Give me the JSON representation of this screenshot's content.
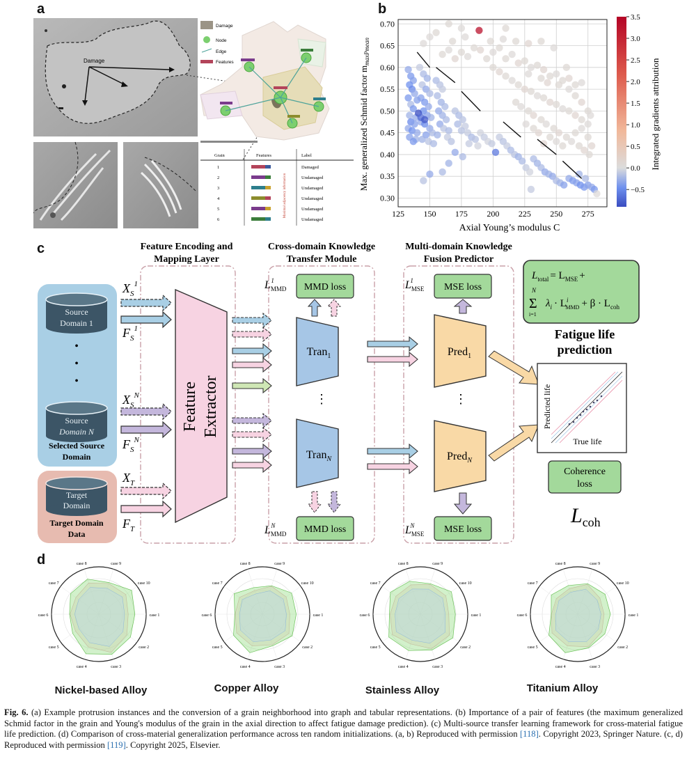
{
  "panel_labels": {
    "a": "a",
    "b": "b",
    "c": "c",
    "d": "d"
  },
  "panel_a": {
    "damage_label": "Damage",
    "legend": {
      "damage": "Damage",
      "node": "Node",
      "edge": "Edge",
      "features": "Features"
    },
    "table_headers": {
      "grain": "Grain",
      "features": "Features",
      "label": "Label"
    },
    "table_rows": [
      {
        "grain": "1",
        "label": "Damaged"
      },
      {
        "grain": "2",
        "label": "Undamaged"
      },
      {
        "grain": "3",
        "label": "Undamaged"
      },
      {
        "grain": "4",
        "label": "Undamaged"
      },
      {
        "grain": "5",
        "label": "Undamaged"
      },
      {
        "grain": "6",
        "label": "Undamaged"
      }
    ],
    "side_note": "Maximal adjacency information"
  },
  "chart_data": {
    "type": "scatter",
    "title": "",
    "xlabel": "Axial Young’s modulus C",
    "ylabel": "Max. generalized Schmid factor m",
    "ylabel_sub": "maxPmean",
    "xlim": [
      125,
      290
    ],
    "ylim": [
      0.28,
      0.71
    ],
    "xticks": [
      "125",
      "150",
      "175",
      "200",
      "225",
      "250",
      "275"
    ],
    "yticks": [
      "0.30",
      "0.35",
      "0.40",
      "0.45",
      "0.50",
      "0.55",
      "0.60",
      "0.65",
      "0.70"
    ],
    "colorbar_label": "Integrated gradients attribution",
    "colorbar_ticks": [
      "3.5",
      "3.0",
      "2.5",
      "2.0",
      "1.5",
      "1.0",
      "0.5",
      "0.0",
      "−0.5"
    ],
    "colorbar_range": [
      -0.9,
      3.5
    ],
    "grid": true,
    "trend_segments": [
      [
        140,
        0.635,
        150,
        0.6
      ],
      [
        155,
        0.6,
        170,
        0.565
      ],
      [
        175,
        0.545,
        190,
        0.5
      ],
      [
        208,
        0.475,
        222,
        0.44
      ],
      [
        235,
        0.435,
        250,
        0.4
      ],
      [
        255,
        0.385,
        270,
        0.345
      ]
    ],
    "points": [
      [
        133,
        0.595,
        -0.3
      ],
      [
        135,
        0.58,
        -0.4
      ],
      [
        137,
        0.57,
        -0.35
      ],
      [
        134,
        0.56,
        -0.45
      ],
      [
        136,
        0.55,
        -0.5
      ],
      [
        138,
        0.54,
        -0.3
      ],
      [
        133,
        0.53,
        -0.4
      ],
      [
        140,
        0.525,
        -0.35
      ],
      [
        135,
        0.515,
        -0.2
      ],
      [
        137,
        0.505,
        -0.4
      ],
      [
        134,
        0.49,
        -0.25
      ],
      [
        139,
        0.485,
        -0.3
      ],
      [
        135,
        0.475,
        -0.5
      ],
      [
        138,
        0.47,
        -0.35
      ],
      [
        133,
        0.46,
        -0.3
      ],
      [
        136,
        0.455,
        -0.45
      ],
      [
        140,
        0.45,
        -0.3
      ],
      [
        134,
        0.44,
        -0.35
      ],
      [
        139,
        0.435,
        -0.25
      ],
      [
        137,
        0.43,
        -0.4
      ],
      [
        142,
        0.6,
        -0.1
      ],
      [
        145,
        0.585,
        -0.2
      ],
      [
        148,
        0.575,
        -0.25
      ],
      [
        144,
        0.56,
        -0.15
      ],
      [
        147,
        0.55,
        -0.3
      ],
      [
        150,
        0.54,
        -0.2
      ],
      [
        143,
        0.53,
        -0.35
      ],
      [
        146,
        0.52,
        -0.4
      ],
      [
        149,
        0.51,
        -0.3
      ],
      [
        145,
        0.5,
        -0.45
      ],
      [
        148,
        0.49,
        -0.35
      ],
      [
        151,
        0.485,
        -0.25
      ],
      [
        143,
        0.475,
        -0.3
      ],
      [
        146,
        0.47,
        -0.5
      ],
      [
        150,
        0.46,
        -0.3
      ],
      [
        152,
        0.45,
        -0.2
      ],
      [
        147,
        0.445,
        -0.35
      ],
      [
        144,
        0.435,
        -0.25
      ],
      [
        149,
        0.43,
        -0.15
      ],
      [
        153,
        0.425,
        -0.2
      ],
      [
        141,
        0.495,
        -0.9
      ],
      [
        143,
        0.485,
        -0.7
      ],
      [
        146,
        0.48,
        -0.8
      ],
      [
        155,
        0.57,
        -0.2
      ],
      [
        158,
        0.56,
        -0.15
      ],
      [
        160,
        0.55,
        -0.1
      ],
      [
        156,
        0.535,
        -0.2
      ],
      [
        159,
        0.52,
        -0.25
      ],
      [
        162,
        0.51,
        -0.2
      ],
      [
        157,
        0.5,
        -0.3
      ],
      [
        160,
        0.49,
        -0.25
      ],
      [
        163,
        0.48,
        -0.2
      ],
      [
        158,
        0.47,
        -0.3
      ],
      [
        161,
        0.46,
        -0.15
      ],
      [
        165,
        0.455,
        -0.2
      ],
      [
        156,
        0.445,
        -0.25
      ],
      [
        164,
        0.44,
        -0.1
      ],
      [
        167,
        0.43,
        -0.15
      ],
      [
        170,
        0.5,
        -0.15
      ],
      [
        173,
        0.49,
        -0.2
      ],
      [
        176,
        0.48,
        -0.15
      ],
      [
        172,
        0.47,
        -0.2
      ],
      [
        178,
        0.465,
        -0.1
      ],
      [
        175,
        0.455,
        -0.15
      ],
      [
        180,
        0.45,
        -0.1
      ],
      [
        183,
        0.44,
        -0.2
      ],
      [
        186,
        0.435,
        -0.15
      ],
      [
        181,
        0.425,
        -0.1
      ],
      [
        188,
        0.42,
        -0.05
      ],
      [
        170,
        0.405,
        -0.3
      ],
      [
        176,
        0.395,
        -0.2
      ],
      [
        165,
        0.38,
        -0.25
      ],
      [
        160,
        0.36,
        -0.2
      ],
      [
        150,
        0.355,
        -0.3
      ],
      [
        145,
        0.34,
        -0.15
      ],
      [
        190,
        0.45,
        -0.05
      ],
      [
        193,
        0.44,
        -0.1
      ],
      [
        196,
        0.43,
        -0.05
      ],
      [
        199,
        0.425,
        -0.1
      ],
      [
        202,
        0.405,
        -0.6
      ],
      [
        205,
        0.44,
        -0.1
      ],
      [
        208,
        0.43,
        -0.15
      ],
      [
        211,
        0.42,
        -0.1
      ],
      [
        214,
        0.41,
        -0.2
      ],
      [
        217,
        0.4,
        -0.15
      ],
      [
        220,
        0.395,
        -0.25
      ],
      [
        223,
        0.385,
        -0.2
      ],
      [
        226,
        0.37,
        -0.1
      ],
      [
        229,
        0.36,
        -0.05
      ],
      [
        230,
        0.32,
        -0.1
      ],
      [
        232,
        0.39,
        -0.2
      ],
      [
        235,
        0.38,
        -0.25
      ],
      [
        238,
        0.37,
        -0.2
      ],
      [
        241,
        0.36,
        -0.3
      ],
      [
        244,
        0.355,
        -0.25
      ],
      [
        247,
        0.35,
        -0.3
      ],
      [
        250,
        0.34,
        -0.2
      ],
      [
        253,
        0.335,
        -0.25
      ],
      [
        256,
        0.33,
        -0.35
      ],
      [
        260,
        0.345,
        -0.3
      ],
      [
        263,
        0.34,
        -0.4
      ],
      [
        266,
        0.335,
        -0.35
      ],
      [
        269,
        0.33,
        -0.45
      ],
      [
        272,
        0.325,
        -0.4
      ],
      [
        275,
        0.33,
        -0.35
      ],
      [
        278,
        0.325,
        -0.3
      ],
      [
        273,
        0.345,
        -0.2
      ],
      [
        268,
        0.355,
        -0.25
      ],
      [
        280,
        0.32,
        -0.4
      ],
      [
        282,
        0.31,
        0.05
      ],
      [
        160,
        0.63,
        0.1
      ],
      [
        165,
        0.64,
        0.05
      ],
      [
        170,
        0.62,
        0.15
      ],
      [
        175,
        0.635,
        0.1
      ],
      [
        180,
        0.625,
        0.05
      ],
      [
        185,
        0.645,
        0.1
      ],
      [
        190,
        0.64,
        0.15
      ],
      [
        195,
        0.62,
        0.1
      ],
      [
        200,
        0.635,
        0.05
      ],
      [
        205,
        0.645,
        0.1
      ],
      [
        210,
        0.62,
        0.1
      ],
      [
        215,
        0.63,
        0.05
      ],
      [
        220,
        0.61,
        0.15
      ],
      [
        225,
        0.615,
        0.1
      ],
      [
        230,
        0.6,
        0.05
      ],
      [
        235,
        0.605,
        0.1
      ],
      [
        240,
        0.595,
        0.15
      ],
      [
        245,
        0.58,
        0.1
      ],
      [
        250,
        0.585,
        0.05
      ],
      [
        255,
        0.57,
        0.1
      ],
      [
        260,
        0.575,
        0.15
      ],
      [
        265,
        0.56,
        0.1
      ],
      [
        270,
        0.565,
        0.05
      ],
      [
        168,
        0.66,
        0.1
      ],
      [
        178,
        0.67,
        0.05
      ],
      [
        198,
        0.66,
        0.1
      ],
      [
        208,
        0.665,
        0.05
      ],
      [
        218,
        0.66,
        0.1
      ],
      [
        228,
        0.655,
        0.15
      ],
      [
        238,
        0.66,
        0.1
      ],
      [
        248,
        0.645,
        0.05
      ],
      [
        165,
        0.7,
        0.1
      ],
      [
        175,
        0.69,
        0.05
      ],
      [
        210,
        0.69,
        0.1
      ],
      [
        189,
        0.685,
        3.3
      ],
      [
        150,
        0.67,
        0.05
      ],
      [
        155,
        0.68,
        0.1
      ],
      [
        145,
        0.655,
        0.05
      ],
      [
        200,
        0.6,
        0.1
      ],
      [
        205,
        0.59,
        0.15
      ],
      [
        210,
        0.58,
        0.1
      ],
      [
        215,
        0.57,
        0.05
      ],
      [
        220,
        0.56,
        0.1
      ],
      [
        225,
        0.55,
        0.15
      ],
      [
        230,
        0.545,
        0.1
      ],
      [
        235,
        0.535,
        0.05
      ],
      [
        240,
        0.53,
        0.1
      ],
      [
        245,
        0.52,
        0.15
      ],
      [
        250,
        0.515,
        0.1
      ],
      [
        255,
        0.505,
        0.05
      ],
      [
        260,
        0.5,
        0.1
      ],
      [
        265,
        0.49,
        0.15
      ],
      [
        270,
        0.48,
        0.1
      ],
      [
        275,
        0.47,
        0.05
      ],
      [
        218,
        0.52,
        0.1
      ],
      [
        222,
        0.51,
        0.05
      ],
      [
        228,
        0.5,
        0.1
      ],
      [
        232,
        0.49,
        0.15
      ],
      [
        238,
        0.48,
        0.1
      ],
      [
        242,
        0.47,
        0.05
      ],
      [
        248,
        0.46,
        0.1
      ],
      [
        252,
        0.45,
        0.15
      ],
      [
        258,
        0.44,
        0.1
      ],
      [
        262,
        0.43,
        0.05
      ],
      [
        268,
        0.42,
        0.1
      ],
      [
        272,
        0.41,
        0.15
      ],
      [
        276,
        0.4,
        0.1
      ],
      [
        226,
        0.47,
        0.05
      ],
      [
        232,
        0.46,
        0.1
      ],
      [
        236,
        0.45,
        0.15
      ],
      [
        245,
        0.44,
        0.1
      ],
      [
        250,
        0.43,
        0.05
      ],
      [
        255,
        0.42,
        0.1
      ],
      [
        240,
        0.425,
        0.15
      ],
      [
        265,
        0.45,
        0.1
      ],
      [
        270,
        0.46,
        0.05
      ],
      [
        275,
        0.44,
        0.1
      ],
      [
        278,
        0.42,
        0.15
      ],
      [
        260,
        0.55,
        0.05
      ],
      [
        265,
        0.535,
        0.1
      ],
      [
        270,
        0.52,
        0.15
      ],
      [
        275,
        0.5,
        0.1
      ],
      [
        277,
        0.49,
        0.05
      ],
      [
        252,
        0.56,
        0.1
      ],
      [
        243,
        0.565,
        0.15
      ],
      [
        238,
        0.575,
        0.1
      ],
      [
        228,
        0.585,
        0.05
      ],
      [
        258,
        0.6,
        0.1
      ]
    ]
  },
  "panel_c": {
    "col_titles": [
      [
        "Feature Encoding and",
        "Mapping Layer"
      ],
      [
        "Cross-domain Knowledge",
        "Transfer Module"
      ],
      [
        "Multi-domain Knowledge",
        "Fusion Predictor"
      ]
    ],
    "source_domain_1": [
      "Source",
      "Domain 1"
    ],
    "source_domain_n": [
      "Source",
      "Domain N"
    ],
    "selected_source": [
      "Selected Source",
      "Domain"
    ],
    "target_domain": [
      "Target",
      "Domain"
    ],
    "target_domain_data": [
      "Target Domain",
      "Data"
    ],
    "dots": "•",
    "inputs": {
      "xs1": "X",
      "fs1": "F",
      "xsn": "X",
      "fsn": "F",
      "xt": "X",
      "ft": "F"
    },
    "feature_extractor": [
      "Feature",
      "Extractor"
    ],
    "tran1": "Tran",
    "tran1_sub": "1",
    "trann": "Tran",
    "trann_sub": "N",
    "pred1": "Pred",
    "pred1_sub": "1",
    "predn": "Pred",
    "predn_sub": "N",
    "mmd_loss": "MMD loss",
    "mse_loss": "MSE loss",
    "l_mmd": "L",
    "l_mse": "L",
    "mmd_sub": "MMD",
    "mse_sub": "MSE",
    "formula": [
      "L",
      "total",
      "= L",
      "MSE",
      "+",
      "N",
      "Σ",
      "i=1",
      "λ",
      "i",
      "· L",
      "i",
      "MMD",
      "+ β · L",
      "coh"
    ],
    "fatigue_title": [
      "Fatigue life",
      "prediction"
    ],
    "predicted_life": "Predicted life",
    "true_life": "True life",
    "coherence_loss": [
      "Coherence",
      "loss"
    ],
    "l_coh": "L",
    "l_coh_sub": "coh",
    "colors": {
      "blue_box": "#a9cfe5",
      "pink_box": "#f7d3e2",
      "green_box": "#a3d99b",
      "orange": "#f9d9a6",
      "tran": "#a6c6e6",
      "target_box": "#e7bbb0",
      "cyl": "#3c5566"
    }
  },
  "panel_d": {
    "radars": [
      {
        "title": "Nickel-based Alloy",
        "cases": [
          "case 1",
          "case 2",
          "case 3",
          "case 4",
          "case 5",
          "case 6",
          "case 7",
          "case 8",
          "case 9",
          "case 10"
        ]
      },
      {
        "title": "Copper Alloy",
        "cases": [
          "case 1",
          "case 2",
          "case 3",
          "case 4",
          "case 5",
          "case 6",
          "case 7",
          "case 8",
          "case 9",
          "case 10"
        ]
      },
      {
        "title": "Stainless Alloy",
        "cases": [
          "case 1",
          "case 2",
          "case 3",
          "case 4",
          "case 5",
          "case 6",
          "case 7",
          "case 8",
          "case 9",
          "case 10"
        ]
      },
      {
        "title": "Titanium Alloy",
        "cases": [
          "case 1",
          "case 2",
          "case 3",
          "case 4",
          "case 5",
          "case 6",
          "case 7",
          "case 8",
          "case 9",
          "case 10"
        ]
      }
    ]
  },
  "caption": {
    "fig": "Fig. 6.",
    "text1": " (a) Example protrusion instances and the conversion of a grain neighborhood into graph and tabular representations. (b) Importance of a pair of features (the maximum generalized Schmid factor in the grain and Young's modulus of the grain in the axial direction to affect fatigue damage prediction). (c) Multi-source transfer learning framework for cross-material fatigue life prediction. (d) Comparison of cross-material generalization performance across ten random initializations. (a, b) Reproduced with permission ",
    "ref1": "[118]",
    "text2": ". Copyright 2023, Springer Nature. (c, d) Reproduced with permission ",
    "ref2": "[119]",
    "text3": ". Copyright 2025, Elsevier."
  }
}
